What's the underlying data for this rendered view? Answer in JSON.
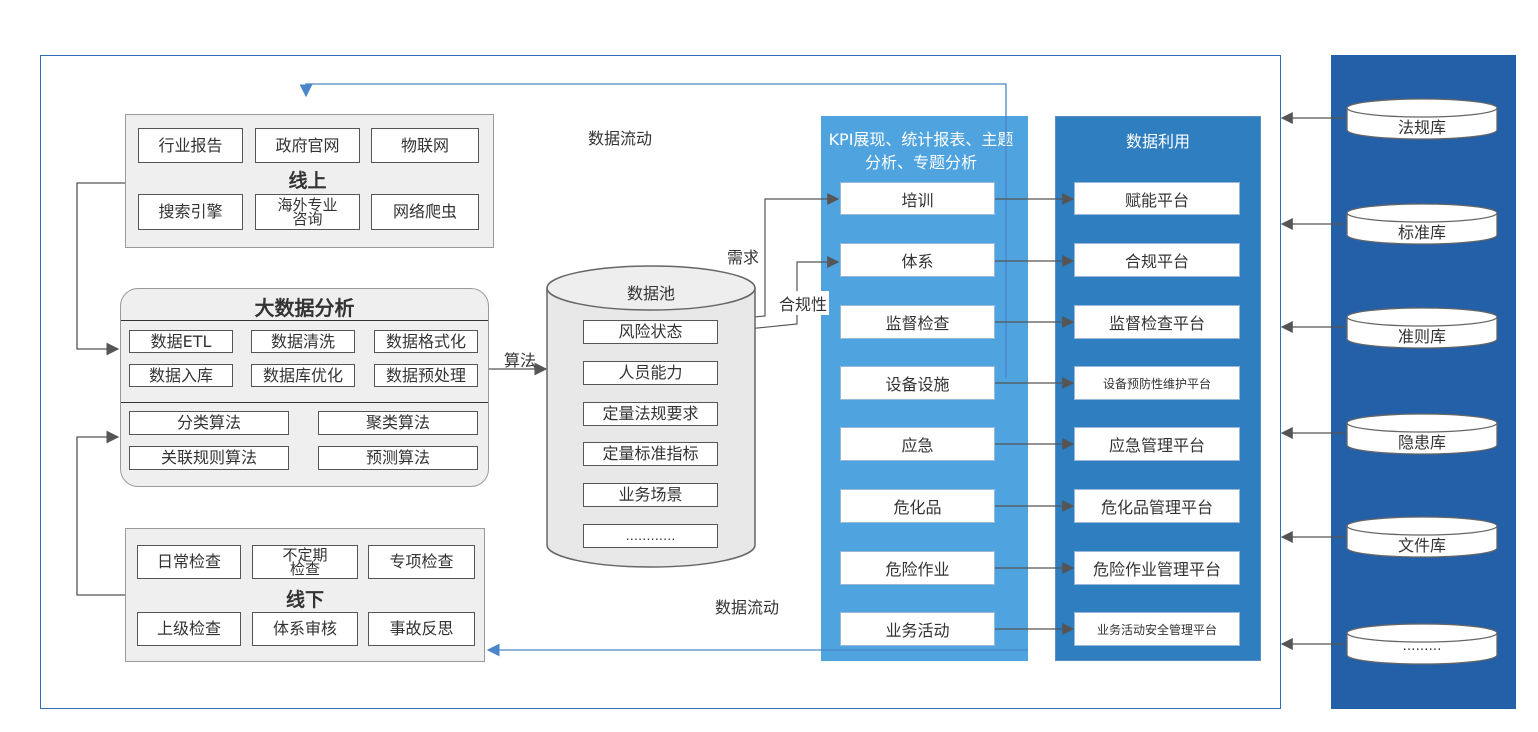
{
  "labels": {
    "data_flow_top": "数据流动",
    "data_flow_bottom": "数据流动",
    "demand": "需求",
    "compliance": "合规性",
    "algorithm": "算法"
  },
  "online": {
    "title": "线上",
    "items": [
      "行业报告",
      "政府官网",
      "物联网",
      "搜索引擎",
      "海外专业\n咨询",
      "网络爬虫"
    ]
  },
  "bigdata": {
    "title": "大数据分析",
    "process_items": [
      "数据ETL",
      "数据清洗",
      "数据格式化",
      "数据入库",
      "数据库优化",
      "数据预处理"
    ],
    "algorithm_items": [
      "分类算法",
      "聚类算法",
      "关联规则算法",
      "预测算法"
    ]
  },
  "offline": {
    "title": "线下",
    "items": [
      "日常检查",
      "不定期\n检查",
      "专项检查",
      "上级检查",
      "体系审核",
      "事故反思"
    ]
  },
  "pool": {
    "title": "数据池",
    "items": [
      "风险状态",
      "人员能力",
      "定量法规要求",
      "定量标准指标",
      "业务场景",
      "…………"
    ]
  },
  "kpi": {
    "title": "KPI展现、统计报表、主题分析、专题分析",
    "items": [
      "培训",
      "体系",
      "监督检查",
      "设备设施",
      "应急",
      "危化品",
      "危险作业",
      "业务活动"
    ]
  },
  "usage": {
    "title": "数据利用",
    "items": [
      "赋能平台",
      "合规平台",
      "监督检查平台",
      "设备预防性维护平台",
      "应急管理平台",
      "危化品管理平台",
      "危险作业管理平台",
      "业务活动安全管理平台"
    ]
  },
  "libraries": [
    "法规库",
    "标准库",
    "准则库",
    "隐患库",
    "文件库",
    "………"
  ],
  "colors": {
    "frame": "#2f6db5",
    "kpi_column": "#4fa3df",
    "usage_column": "#2f7fc0",
    "library_column": "#2460a8",
    "flow_line": "#4a86c8",
    "connector": "#555555"
  }
}
